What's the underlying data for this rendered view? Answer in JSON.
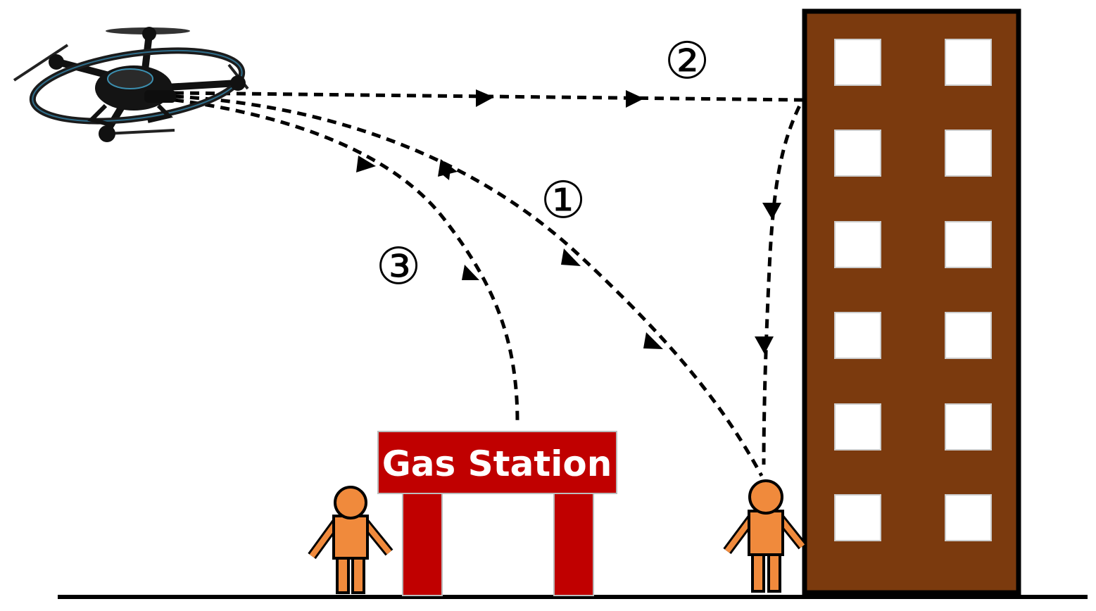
{
  "sign": {
    "label": "Gas Station"
  },
  "routes": [
    {
      "id": "route-1",
      "label": "①"
    },
    {
      "id": "route-2",
      "label": "②"
    },
    {
      "id": "route-3",
      "label": "③"
    }
  ],
  "colors": {
    "building": "#7b3a0e",
    "window": "#ffffff",
    "sign": "#c00000",
    "person": "#f08a3c",
    "line": "#000000"
  },
  "icons": {
    "drone": "drone-icon",
    "building": "building-icon",
    "gas_station": "gas-station-icon",
    "person": "person-icon"
  }
}
